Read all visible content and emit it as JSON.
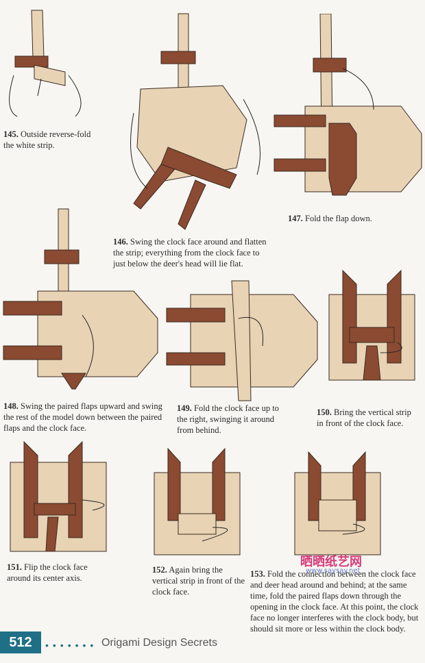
{
  "colors": {
    "paper": "#e8d3b5",
    "brown": "#8b4a32",
    "line": "#3a2a20",
    "accent": "#1f6f86"
  },
  "steps": [
    {
      "num": "145.",
      "text": "Outside reverse-fold the white strip."
    },
    {
      "num": "146.",
      "text": "Swing the clock face around and flatten the strip; everything from the clock face to just below the deer's head will lie flat."
    },
    {
      "num": "147.",
      "text": "Fold the flap down."
    },
    {
      "num": "148.",
      "text": "Swing the paired flaps upward and swing the rest of the model down between the paired flaps and the clock face."
    },
    {
      "num": "149.",
      "text": "Fold the clock face up to the right, swinging it around from behind."
    },
    {
      "num": "150.",
      "text": "Bring the vertical strip in front of the clock face."
    },
    {
      "num": "151.",
      "text": "Flip the clock face around its center axis."
    },
    {
      "num": "152.",
      "text": "Again bring the vertical strip in front of the clock face."
    },
    {
      "num": "153.",
      "text": "Fold the connection between the clock face and deer head around and behind; at the same time, fold the paired flaps down through the opening in the clock face. At this point, the clock face no longer interferes with the clock body, but should sit more or less within the clock body."
    }
  ],
  "footer": {
    "page_number": "512",
    "dots": "•••••••",
    "book_title": "Origami Design Secrets"
  },
  "watermark": {
    "cn": "晒晒纸艺网",
    "url": "www.saysay.net"
  }
}
